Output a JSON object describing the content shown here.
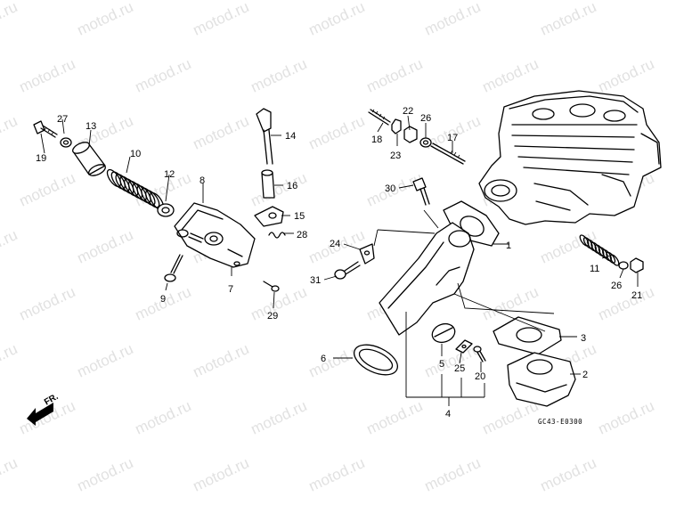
{
  "watermark": "motod.ru",
  "diagram_code": "GC43-E0300",
  "direction_label": "FR.",
  "callouts": [
    "1",
    "2",
    "3",
    "4",
    "5",
    "6",
    "7",
    "8",
    "9",
    "10",
    "11",
    "12",
    "13",
    "14",
    "15",
    "16",
    "17",
    "18",
    "19",
    "20",
    "21",
    "22",
    "23",
    "24",
    "25",
    "26",
    "27",
    "28",
    "29",
    "30",
    "31"
  ],
  "colors": {
    "ink": "#000000",
    "watermark": "#c9c9c9",
    "background": "#ffffff"
  }
}
